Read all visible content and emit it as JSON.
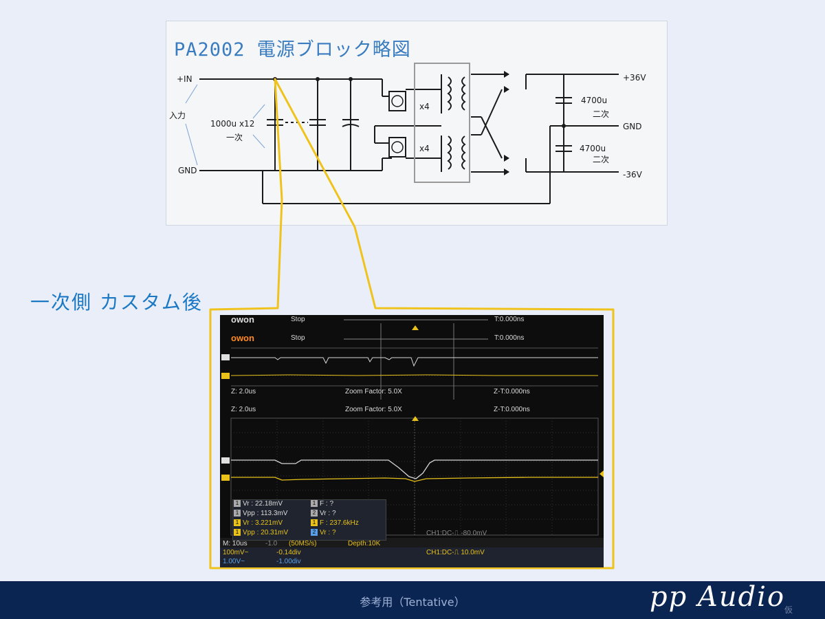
{
  "schematic": {
    "title": "PA2002 電源ブロック略図",
    "labels": {
      "in_plus": "+IN",
      "gnd_in": "GND",
      "input": "入力",
      "cap_primary": "1000u x12",
      "primary": "一次",
      "x4_top": "x4",
      "x4_bottom": "x4",
      "cap_out_top": "4700u",
      "secondary_top": "二次",
      "cap_out_bottom": "4700u",
      "secondary_bottom": "二次",
      "out_plus": "+36V",
      "out_gnd": "GND",
      "out_minus": "-36V"
    }
  },
  "side_label": "一次側 カスタム後",
  "scope": {
    "header_top": {
      "brand": "owon",
      "state": "Stop",
      "trigger": "T:0.000ns"
    },
    "header_main": {
      "brand": "owon",
      "state": "Stop",
      "trigger": "T:0.000ns"
    },
    "zoom_top": {
      "z": "Z: 2.0us",
      "factor": "Zoom Factor: 5.0X",
      "zt": "Z-T:0.000ns"
    },
    "zoom_main": {
      "z": "Z: 2.0us",
      "factor": "Zoom Factor: 5.0X",
      "zt": "Z-T:0.000ns"
    },
    "measurements": [
      {
        "ch": "1",
        "label": "Vr : 22.18mV",
        "ch2": "1",
        "label2": "F :    ?"
      },
      {
        "ch": "1",
        "label": "Vpp : 113.3mV",
        "ch2": "2",
        "label2": "Vr :    ?"
      },
      {
        "ch": "1",
        "label": "Vr : 3.221mV",
        "ch2": "1",
        "label2": "F : 237.6kHz"
      },
      {
        "ch": "1",
        "label": "Vpp : 20.31mV",
        "ch2": "2",
        "label2": "Vr :    ?"
      }
    ],
    "status": {
      "timebase": "M: 10us",
      "offset1": "-1.0",
      "rate": "(50MS/s)",
      "depth": "Depth:10K",
      "ch1_scale": "100mV~",
      "ch1_pos": "-0.14div",
      "ch1_trigger": "CH1:DC-⎍ 10.0mV",
      "ch1_trigger_ghost": "CH1:DC-⎍ -80.0mV",
      "ch2_scale": "1.00V~",
      "ch2_pos": "-1.00div"
    },
    "colors": {
      "ch1": "#e8c21a",
      "ch2": "#d8d8d8",
      "grid": "#3a3a3a"
    }
  },
  "footer": {
    "note": "参考用（Tentative）",
    "brand": "pp Audio",
    "brand_sub": "仮"
  },
  "colors": {
    "bottom_bar": "#0b2552",
    "callout": "#f0c21c",
    "accent": "#1b78c4"
  }
}
